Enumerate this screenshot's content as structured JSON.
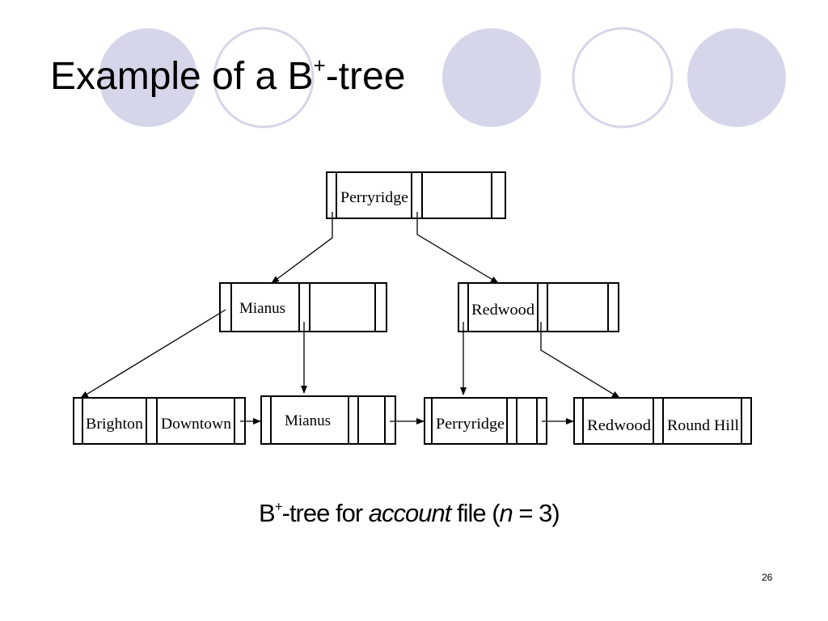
{
  "slide": {
    "title_base": "Example of a B",
    "title_sup": "+",
    "title_rest": "-tree",
    "caption_pre": "B",
    "caption_sup": "+",
    "caption_mid": "-tree for ",
    "caption_italic1": "account",
    "caption_mid2": " file (",
    "caption_italic2": "n",
    "caption_post": " = 3)",
    "page_number": "26"
  },
  "tree": {
    "root": {
      "keys": [
        "Perryridge",
        ""
      ]
    },
    "internal_left": {
      "keys": [
        "Mianus",
        ""
      ]
    },
    "internal_right": {
      "keys": [
        "Redwood",
        ""
      ]
    },
    "leaves": [
      {
        "keys": [
          "Brighton",
          "Downtown"
        ]
      },
      {
        "keys": [
          "Mianus",
          ""
        ]
      },
      {
        "keys": [
          "Perryridge",
          ""
        ]
      },
      {
        "keys": [
          "Redwood",
          "Round Hill"
        ]
      }
    ]
  },
  "colors": {
    "circle_fill": "#d6d6ea",
    "circle_stroke": "#d6d6ea"
  }
}
